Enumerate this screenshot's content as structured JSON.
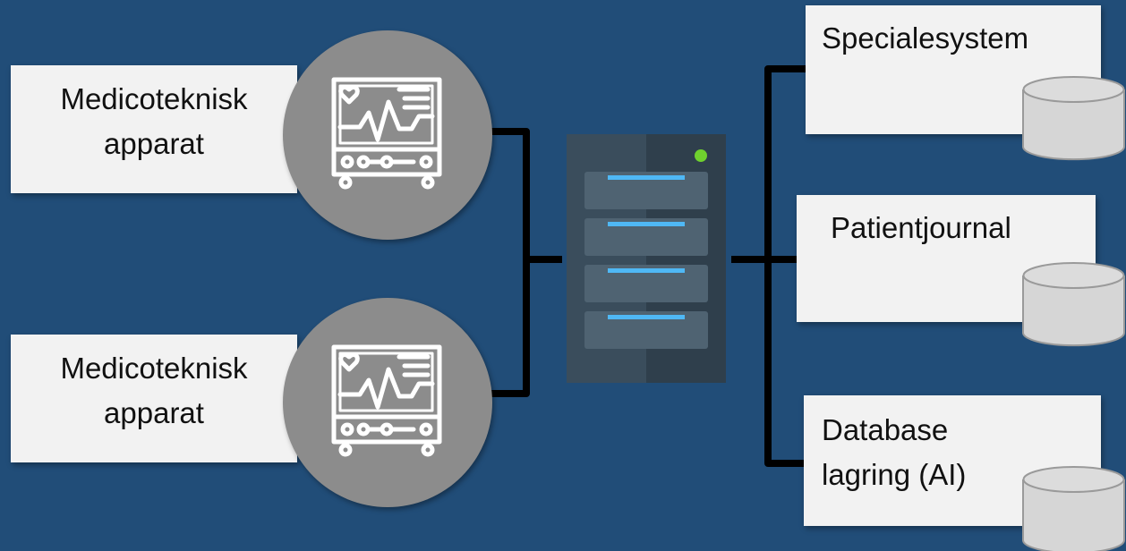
{
  "devices": [
    {
      "line1": "Medicoteknisk",
      "line2": "apparat",
      "icon": "medical-monitor-icon"
    },
    {
      "line1": "Medicoteknisk",
      "line2": "apparat",
      "icon": "medical-monitor-icon"
    }
  ],
  "server": {
    "icon": "server-icon",
    "status_color": "#6fd12e"
  },
  "targets": [
    {
      "line1": "Specialesystem",
      "line2": "",
      "icon": "database-icon"
    },
    {
      "line1": "Patientjournal",
      "line2": "",
      "icon": "database-icon"
    },
    {
      "line1": "Database",
      "line2": "lagring (AI)",
      "icon": "database-icon"
    }
  ],
  "colors": {
    "background": "#214d78",
    "connector": "#000000",
    "circle": "#8c8c8c"
  }
}
